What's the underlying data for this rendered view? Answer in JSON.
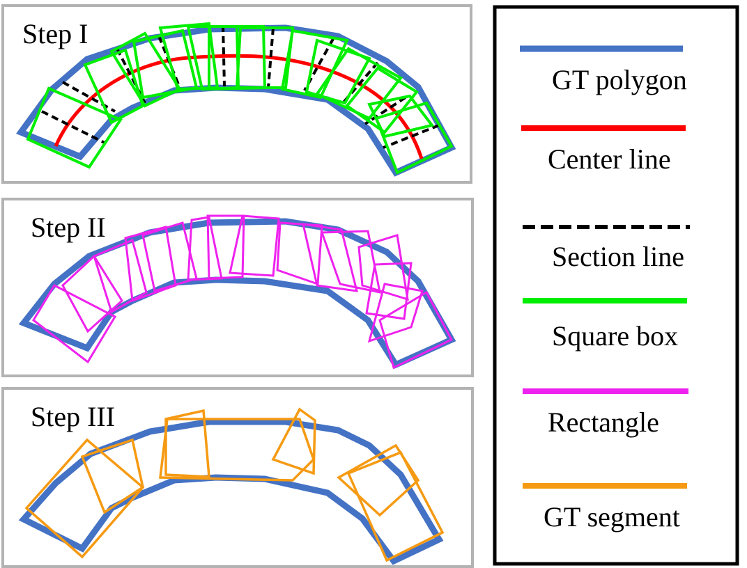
{
  "panels": [
    {
      "id": "step1",
      "title": "Step I"
    },
    {
      "id": "step2",
      "title": "Step II"
    },
    {
      "id": "step3",
      "title": "Step III"
    }
  ],
  "legend": {
    "items": [
      {
        "key": "gt_polygon",
        "label": "GT polygon",
        "color": "#4472C4",
        "style": "solid"
      },
      {
        "key": "center_line",
        "label": "Center line",
        "color": "#FF0000",
        "style": "solid"
      },
      {
        "key": "section_line",
        "label": "Section line",
        "color": "#000000",
        "style": "dashed"
      },
      {
        "key": "square_box",
        "label": "Square box",
        "color": "#00EE00",
        "style": "solid"
      },
      {
        "key": "rectangle",
        "label": "Rectangle",
        "color": "#EE22EE",
        "style": "solid"
      },
      {
        "key": "gt_segment",
        "label": "GT segment",
        "color": "#F59A12",
        "style": "solid"
      }
    ]
  },
  "colors": {
    "panel_border": "#B3B3B3",
    "legend_border": "#000000"
  }
}
